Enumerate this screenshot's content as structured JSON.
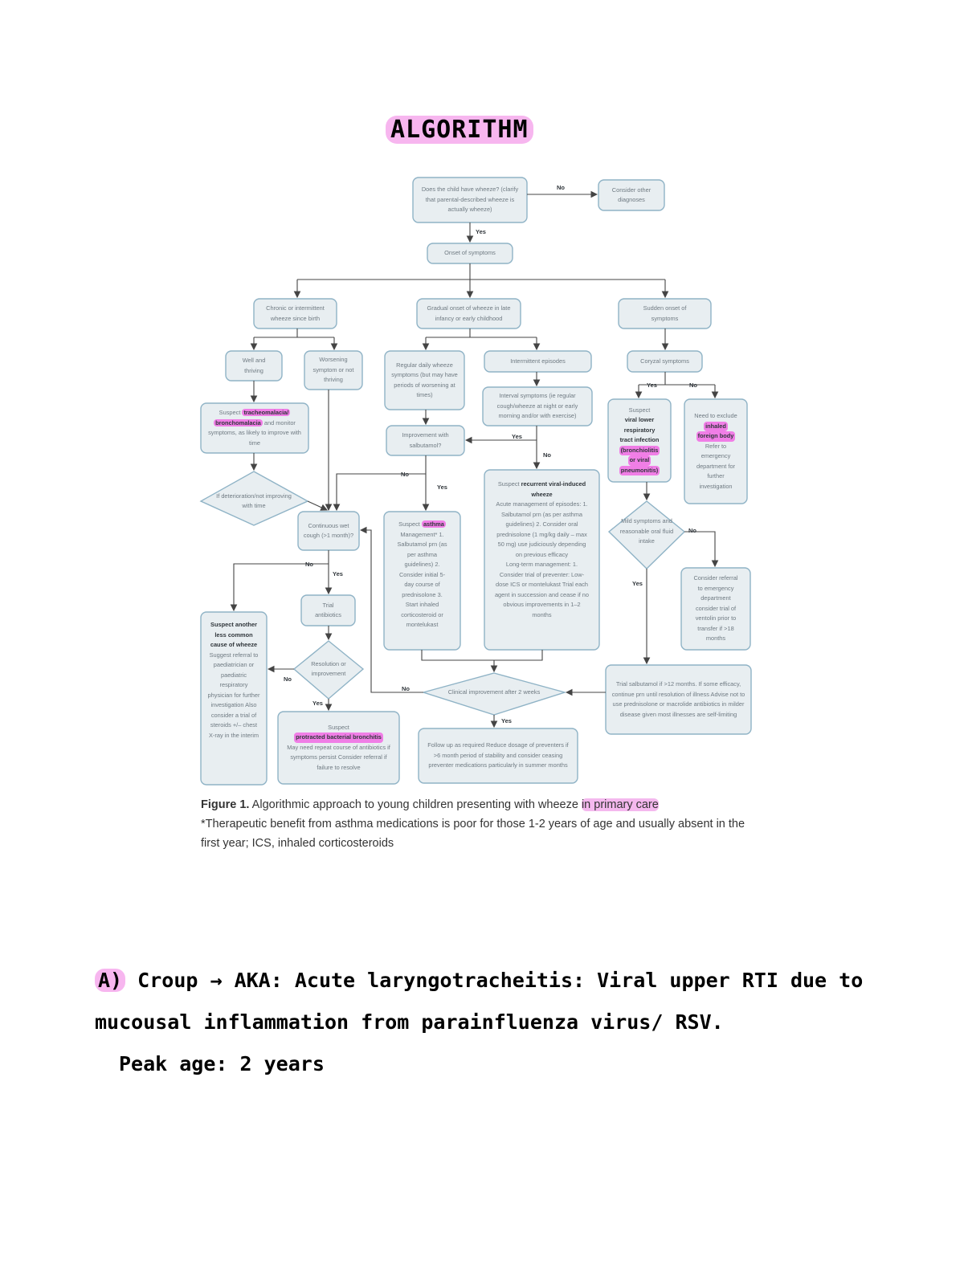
{
  "title": "ALGORITHM",
  "nodes": {
    "wheeze_q": "Does the child have wheeze? (clarify that parental-described wheeze is actually wheeze)",
    "other_dx": "Consider other diagnoses",
    "onset": "Onset of symptoms",
    "chronic": "Chronic or intermittent wheeze since birth",
    "gradual": "Gradual onset of wheeze in late infancy or early childhood",
    "sudden": "Sudden onset of symptoms",
    "well": "Well and thriving",
    "worsening": "Worsening symptom or not thriving",
    "regular": "Regular daily wheeze symptoms (but may have periods of worsening at times)",
    "intermittent": "Intermittent episodes",
    "coryzal": "Coryzal symptoms",
    "tm_pre": "Suspect",
    "tm_hl1": "tracheomalacia/",
    "tm_hl2": "bronchomalacia",
    "tm_post": "and monitor symptoms, as likely to improve with time",
    "interval": "Interval symptoms (ie regular cough/wheeze at night or early morning and/or with exercise)",
    "vlrti_b1": "Suspect",
    "vlrti_b2": "viral lower",
    "vlrti_b3": "respiratory",
    "vlrti_b4": "tract infection",
    "vlrti_hl1": "(bronchiolitis",
    "vlrti_hl2": "or viral",
    "vlrti_hl3": "pneumonitis)",
    "fb_pre": "Need to exclude",
    "fb_hl1": "inhaled",
    "fb_hl2": "foreign body",
    "fb_post": "Refer to emergency department for further investigation",
    "improve_q": "Improvement with salbutamol?",
    "deterioration_q": "If deterioration/not improving with time",
    "cough_q": "Continuous wet cough (>1 month)?",
    "asthma_pre": "Suspect",
    "asthma_hl": "asthma",
    "asthma_body": "Management* 1. Salbutamol prn (as per asthma guidelines) 2. Consider initial 5-day course of prednisolone 3. Start inhaled corticosteroid or montelukast",
    "viral_pre": "Suspect",
    "viral_b": "recurrent viral-induced wheeze",
    "viral_body1": "Acute management of episodes: 1. Salbutamol prn (as per asthma guidelines) 2. Consider oral prednisolone (1 mg/kg daily – max 50 mg) use judiciously depending on previous efficacy",
    "viral_body2": "Long-term management: 1. Consider trial of preventer: Low-dose ICS or montelukast Trial each agent in succession and cease if no obvious improvements in 1–2 months",
    "mild_q": "Mild symptoms and reasonable oral fluid intake",
    "er_referral": "Consider referral to emergency department consider trial of ventolin prior to transfer if >18 months",
    "other_b": "Suspect another less common cause of wheeze",
    "other_body": "Suggest referral to paediatrician or paediatric respiratory physician for further investigation Also consider a trial of steroids +/– chest X-ray in the interim",
    "trial_ab": "Trial antibiotics",
    "resolution_q": "Resolution or improvement",
    "pbb_pre": "Suspect",
    "pbb_hl": "protracted bacterial bronchitis",
    "pbb_post": "May need repeat course of antibiotics if symptoms persist Consider referral if failure to resolve",
    "clinical_q": "Clinical improvement after 2 weeks",
    "followup": "Follow up as required Reduce dosage of preventers if >6 month period of stability and consider ceasing preventer medications particularly in summer months",
    "salb_trial": "Trial salbutamol if >12 months. If some efficacy, continue prn until resolution of illness Advise not to use prednisolone or macrolide antibiotics in milder disease given most illnesses are self-limiting"
  },
  "edge_labels": {
    "yes": "Yes",
    "no": "No"
  },
  "caption": {
    "fig": "Figure 1.",
    "text": "Algorithmic approach to young children presenting with wheeze",
    "hl": "in primary care",
    "line2": "*Therapeutic benefit from asthma medications is poor for those 1-2 years of age and usually absent in the first year; ICS, inhaled corticosteroids"
  },
  "notes": {
    "label": "A)",
    "line1": "Croup → AKA: Acute laryngotracheitis: Viral upper RTI due to",
    "line2": "mucousal inflammation from parainfluenza virus/ RSV.",
    "line3": "Peak age: 2 years"
  },
  "colors": {
    "box_fill": "#e8eef1",
    "box_stroke": "#8fb3c6",
    "line": "#444444",
    "highlight": "#f07ee6"
  }
}
